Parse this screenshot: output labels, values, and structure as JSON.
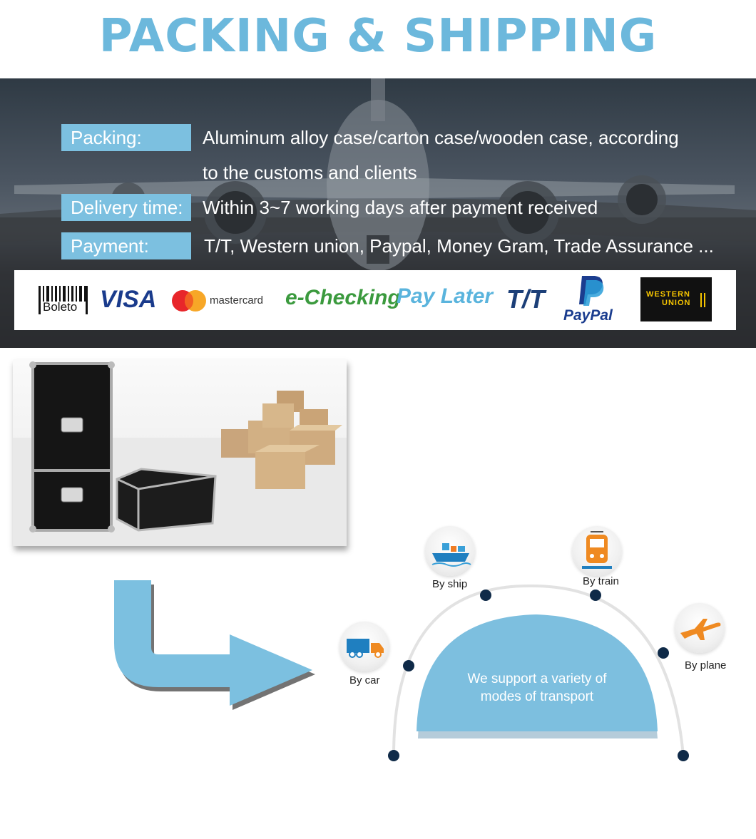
{
  "title": "PACKING & SHIPPING",
  "info": {
    "packing_label": "Packing:",
    "packing_value_1": "Aluminum alloy case/carton case/wooden case, according",
    "packing_value_2": "to the customs and clients",
    "delivery_label": "Delivery time:",
    "delivery_value": "Within 3~7 working days after payment received",
    "payment_label": "Payment:",
    "payment_value": "T/T, Western union, Paypal, Money Gram, Trade Assurance ..."
  },
  "payment_logos": {
    "boleto": "Boleto",
    "visa": "VISA",
    "mastercard": "mastercard",
    "echecking": "e-Checking",
    "paylater": "Pay Later",
    "tt": "T/T",
    "paypal": "PayPal",
    "western_union_1": "WESTERN",
    "western_union_2": "UNION"
  },
  "transport": {
    "ship": "By ship",
    "train": "By train",
    "car": "By car",
    "plane": "By plane",
    "center_1": "We support a variety of",
    "center_2": "modes of transport"
  },
  "colors": {
    "accent": "#6cb8dc",
    "label_bg": "#7cc0e0",
    "dome": "#7dbfdf",
    "dot": "#0f2a48",
    "wu_bg": "#111111",
    "wu_text": "#f5c400"
  },
  "icons": [
    "ship-icon",
    "train-icon",
    "truck-icon",
    "plane-icon"
  ]
}
